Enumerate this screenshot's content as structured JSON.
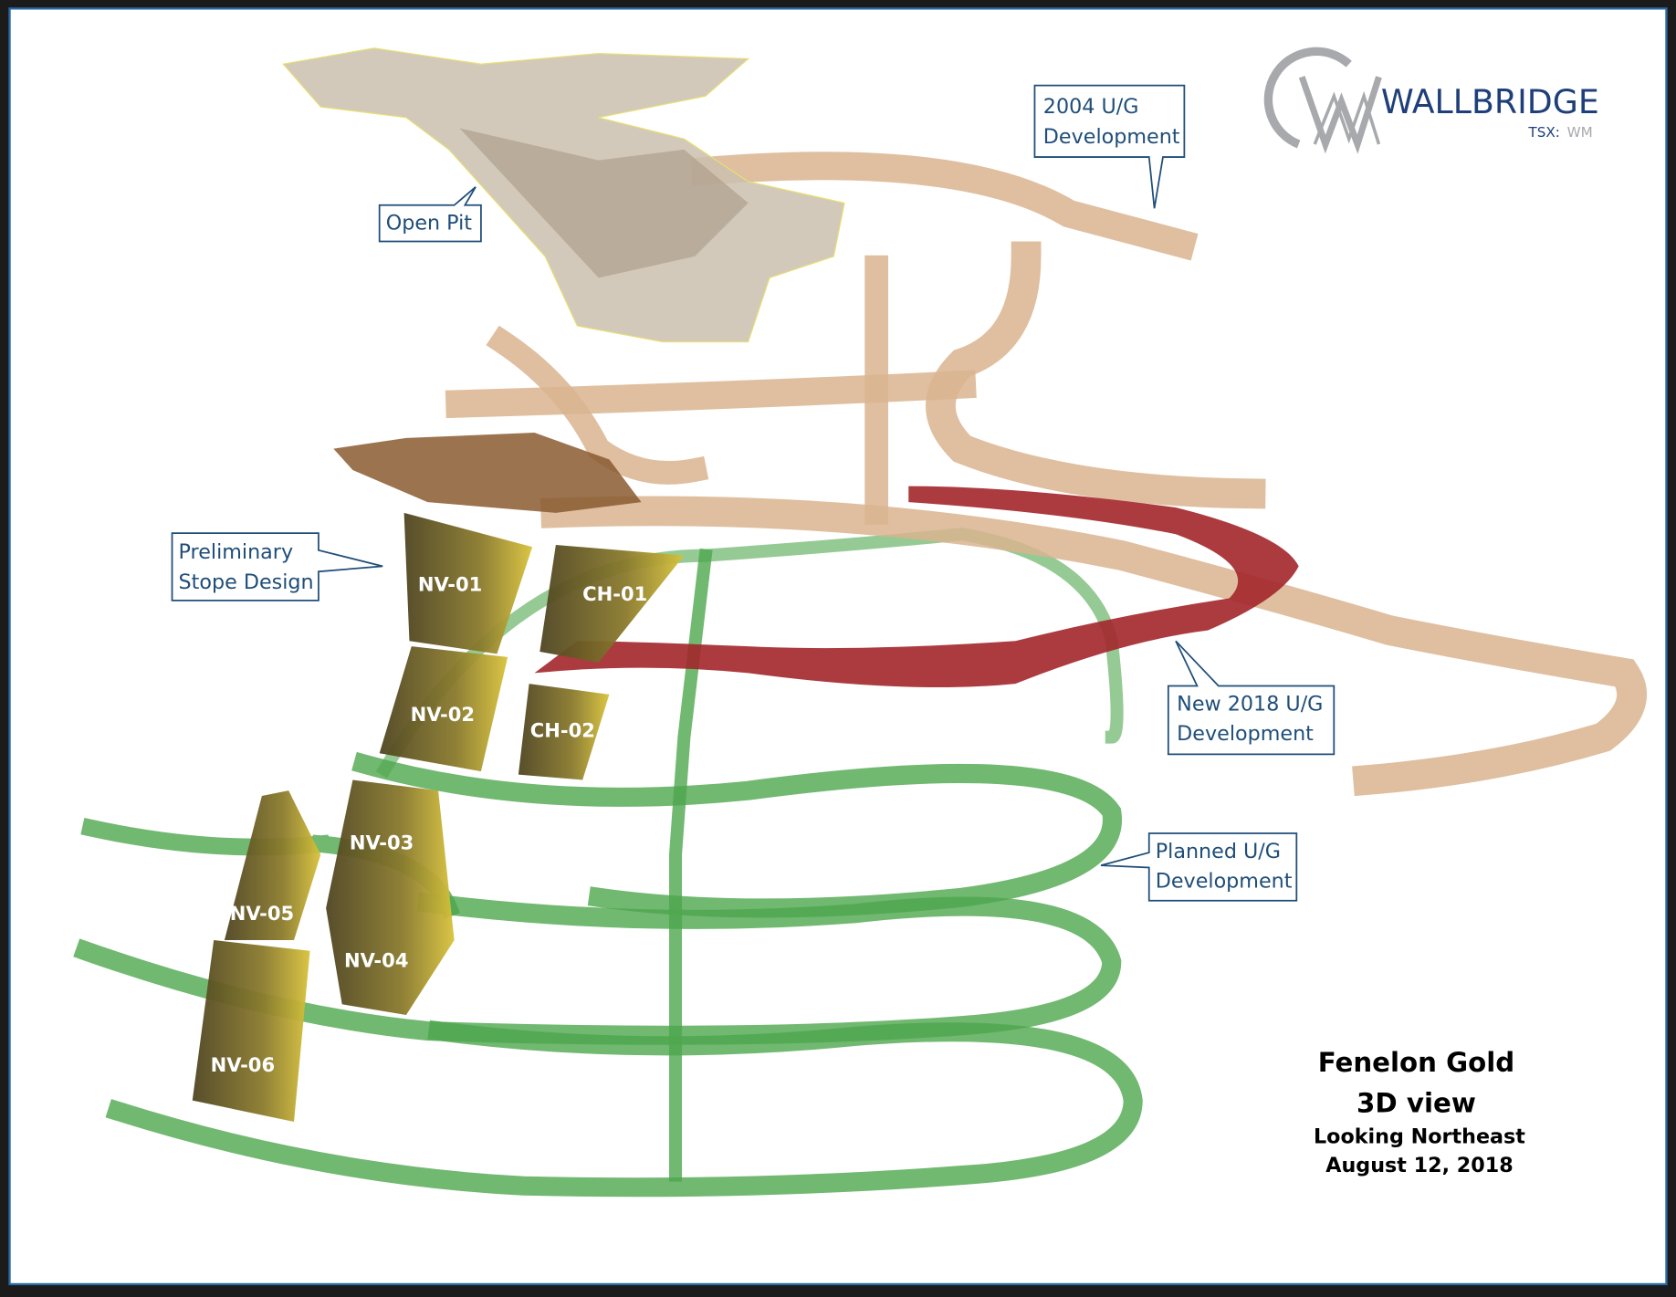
{
  "logo": {
    "name": "WALLBRIDGE",
    "ticker_prefix": "TSX:",
    "ticker": "WM"
  },
  "callouts": {
    "open_pit": "Open Pit",
    "dev_2004": [
      "2004 U/G",
      "Development"
    ],
    "stope_design": [
      "Preliminary",
      "Stope Design"
    ],
    "dev_2018": [
      "New 2018 U/G",
      "Development"
    ],
    "planned": [
      "Planned U/G",
      "Development"
    ]
  },
  "stopes": [
    "NV-01",
    "CH-01",
    "NV-02",
    "CH-02",
    "NV-03",
    "NV-05",
    "NV-04",
    "NV-06"
  ],
  "title_block": {
    "title": "Fenelon Gold",
    "subtitle": "3D view",
    "view": "Looking Northeast",
    "date": "August 12, 2018"
  },
  "colors": {
    "callout": "#1f4e79",
    "planned": "#3f9a3f",
    "new_2018": "#a3262b",
    "existing": "#d9b48f",
    "stope": "#c9b12a"
  }
}
